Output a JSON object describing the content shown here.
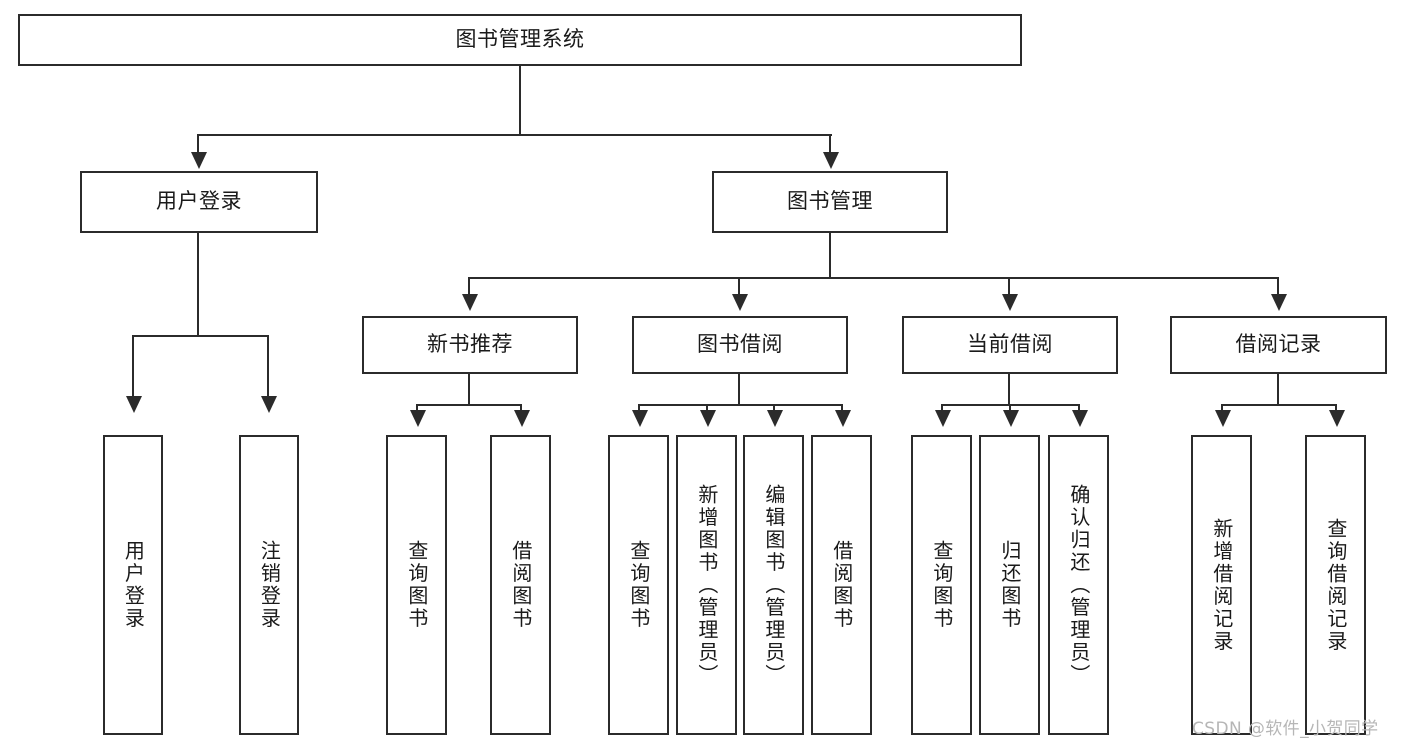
{
  "diagram": {
    "type": "tree-hierarchy",
    "title": "图书管理系统",
    "orientation": "top-down",
    "background_color": "#ffffff",
    "line_color": "#2b2b2b",
    "text_color": "#1a1a1a"
  },
  "nodes": {
    "root": {
      "label": "图书管理系统"
    },
    "level2": [
      {
        "id": "user-login",
        "label": "用户登录"
      },
      {
        "id": "book-manage",
        "label": "图书管理"
      }
    ],
    "level3": [
      {
        "id": "new-book-recommend",
        "label": "新书推荐"
      },
      {
        "id": "book-borrow",
        "label": "图书借阅"
      },
      {
        "id": "current-borrow",
        "label": "当前借阅"
      },
      {
        "id": "borrow-record",
        "label": "借阅记录"
      }
    ],
    "leaves": {
      "user_login": [
        {
          "id": "leaf-user-login",
          "label": "用户登录"
        },
        {
          "id": "leaf-logout",
          "label": "注销登录"
        }
      ],
      "new_book_recommend": [
        {
          "id": "leaf-query-book-1",
          "label": "查询图书"
        },
        {
          "id": "leaf-borrow-book-1",
          "label": "借阅图书"
        }
      ],
      "book_borrow": [
        {
          "id": "leaf-query-book-2",
          "label": "查询图书"
        },
        {
          "id": "leaf-add-book",
          "label": "新增图书（管理员）"
        },
        {
          "id": "leaf-edit-book",
          "label": "编辑图书（管理员）"
        },
        {
          "id": "leaf-borrow-book-2",
          "label": "借阅图书"
        }
      ],
      "current_borrow": [
        {
          "id": "leaf-query-book-3",
          "label": "查询图书"
        },
        {
          "id": "leaf-return-book",
          "label": "归还图书"
        },
        {
          "id": "leaf-confirm-return",
          "label": "确认归还（管理员）"
        }
      ],
      "borrow_record": [
        {
          "id": "leaf-add-record",
          "label": "新增借阅记录"
        },
        {
          "id": "leaf-query-record",
          "label": "查询借阅记录"
        }
      ]
    }
  },
  "watermark": {
    "text": "CSDN @软件_小贺同学"
  }
}
